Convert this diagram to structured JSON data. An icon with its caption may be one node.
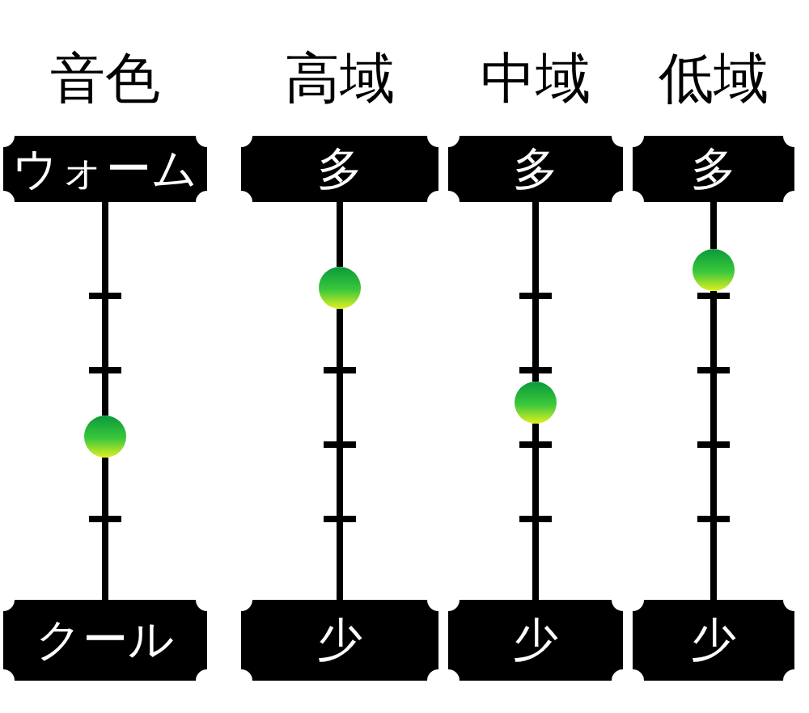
{
  "diagram": {
    "nodes": [
      {
        "text": [
          "ウォーム"
        ]
      },
      {
        "text": [],
        "shape": "circle"
      },
      {
        "text": [
          "クール"
        ]
      },
      {
        "text": [
          "多"
        ]
      },
      {
        "text": [],
        "shape": "circle"
      },
      {
        "text": [
          "少"
        ]
      },
      {
        "text": [
          "多"
        ]
      },
      {
        "text": [],
        "shape": "circle"
      },
      {
        "text": [
          "少"
        ]
      },
      {
        "text": [
          "多"
        ]
      },
      {
        "text": [],
        "shape": "circle"
      },
      {
        "text": [
          "少"
        ]
      }
    ],
    "edges": [
      {
        "from": 0,
        "to": 1,
        "arrow": "none"
      },
      {
        "from": 1,
        "to": 2,
        "arrow": "none"
      },
      {
        "from": 3,
        "to": 4,
        "arrow": "none"
      },
      {
        "from": 4,
        "to": 5,
        "arrow": "none"
      },
      {
        "from": 6,
        "to": 7,
        "arrow": "none"
      },
      {
        "from": 7,
        "to": 8,
        "arrow": "none"
      },
      {
        "from": 9,
        "to": 10,
        "arrow": "none"
      },
      {
        "from": 10,
        "to": 11,
        "arrow": "none"
      }
    ],
    "labels": [
      "音色",
      "高域",
      "中域",
      "低域"
    ]
  }
}
